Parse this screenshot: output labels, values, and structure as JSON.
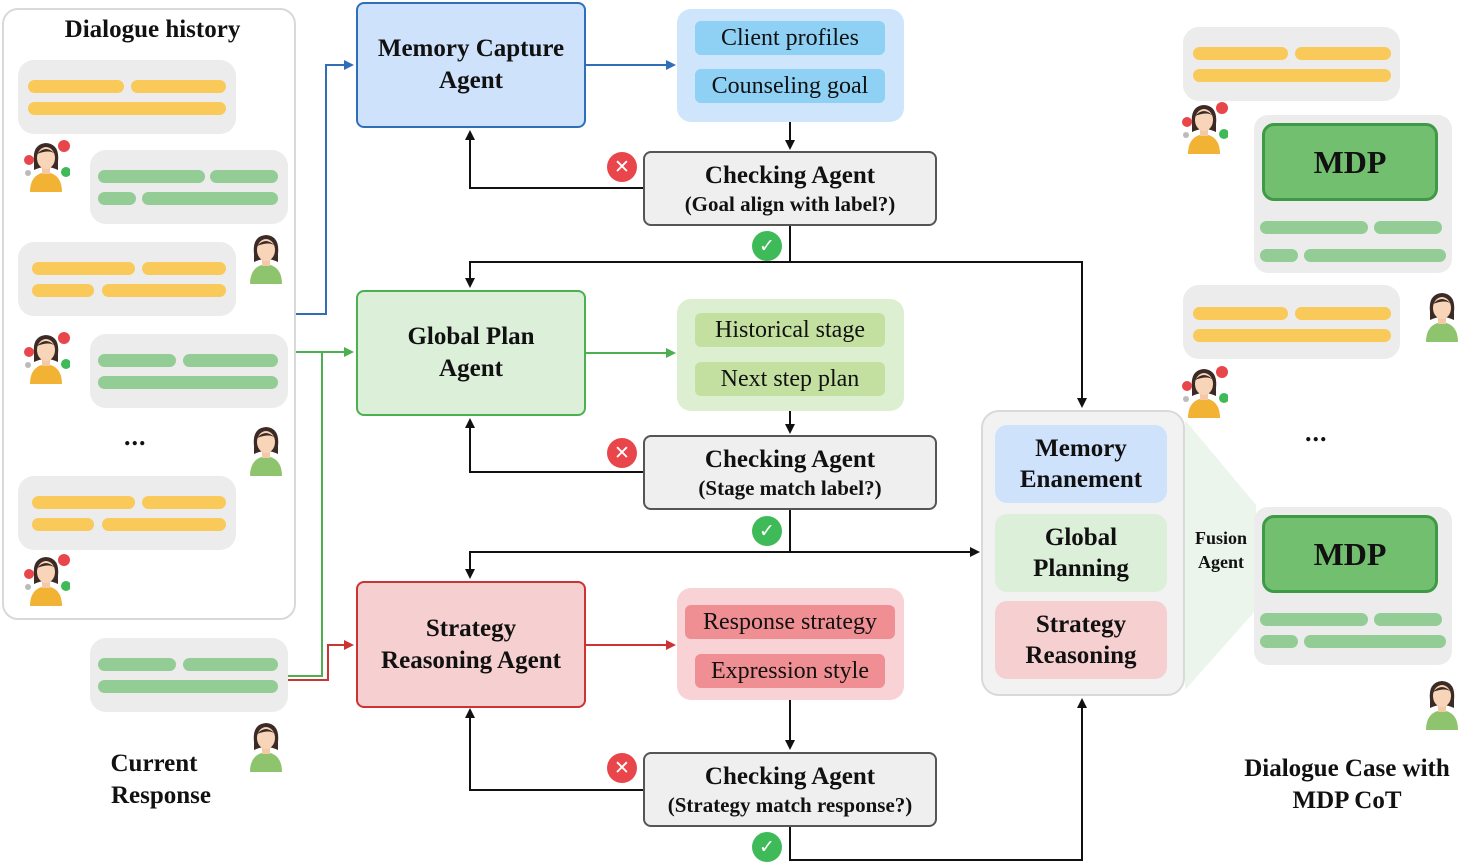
{
  "history": {
    "title": "Dialogue history",
    "ellipsis": "..."
  },
  "current_response": {
    "label_line1": "Current",
    "label_line2": "Response"
  },
  "memory_agent": {
    "line1": "Memory Capture",
    "line2": "Agent",
    "outputs": [
      "Client profiles",
      "Counseling goal"
    ],
    "check_title": "Checking Agent",
    "check_question": "(Goal align with label?)"
  },
  "plan_agent": {
    "line1": "Global Plan",
    "line2": "Agent",
    "outputs": [
      "Historical stage",
      "Next step plan"
    ],
    "check_title": "Checking Agent",
    "check_question": "(Stage match label?)"
  },
  "strategy_agent": {
    "line1": "Strategy",
    "line2": "Reasoning Agent",
    "outputs": [
      "Response strategy",
      "Expression style"
    ],
    "check_title": "Checking Agent",
    "check_question": "(Strategy match response?)"
  },
  "fusion": {
    "chips": [
      {
        "line1": "Memory",
        "line2": "Enanement"
      },
      {
        "line1": "Global",
        "line2": "Planning"
      },
      {
        "line1": "Strategy",
        "line2": "Reasoning"
      }
    ],
    "label_line1": "Fusion",
    "label_line2": "Agent"
  },
  "case": {
    "mdp_label": "MDP",
    "ellipsis": "...",
    "caption_line1": "Dialogue Case with",
    "caption_line2": "MDP CoT"
  },
  "colors": {
    "blue_border": "#2f6fb8",
    "green_border": "#4caf50",
    "red_border": "#cc3333",
    "user_bar": "#f9c95a",
    "counselor_bar": "#93cc95",
    "reject": "#e8464b",
    "accept": "#3fba58"
  },
  "icons": {
    "client": "woman-client-icon",
    "counselor": "woman-counselor-icon",
    "reject": "cross-icon",
    "accept": "check-icon",
    "thinking": "thinking-emoji-icon"
  }
}
